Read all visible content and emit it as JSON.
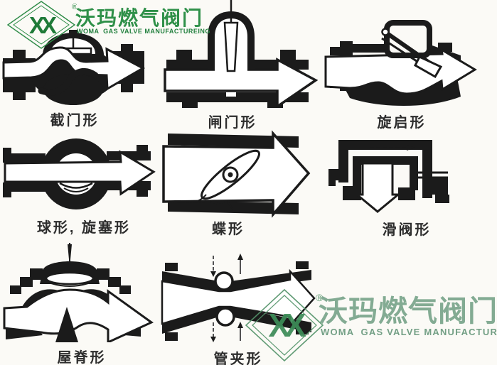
{
  "page": {
    "background": "#fbfaf6",
    "ink": "#1b1b1b"
  },
  "brand": {
    "monogram": "XX",
    "registered_mark": "®",
    "name_cn": "沃玛燃气阀门",
    "name_en": "WOMA  GAS VALVE MANUFACTUREING",
    "color_dark_green": "#1f7a38",
    "color_light_green": "#7aa68c"
  },
  "watermarks": {
    "top_left": {
      "name_cn": "沃玛燃气阀门",
      "name_en": "WOMA  GAS VALVE MANUFACTUREING"
    },
    "bottom_right": {
      "name_cn": "沃玛燃气阀门",
      "name_en": "WOMA  GAS VALVE MANUFACTUREING"
    }
  },
  "diagram": {
    "valves": [
      {
        "id": "globe",
        "label": "截门形"
      },
      {
        "id": "gate",
        "label": "闸门形"
      },
      {
        "id": "swing",
        "label": "旋启形"
      },
      {
        "id": "ball-plug",
        "label": "球形, 旋塞形"
      },
      {
        "id": "butterfly",
        "label": "蝶形"
      },
      {
        "id": "slide",
        "label": "滑阀形"
      },
      {
        "id": "ridge",
        "label": "屋脊形"
      },
      {
        "id": "pinch",
        "label": "管夹形"
      }
    ]
  }
}
